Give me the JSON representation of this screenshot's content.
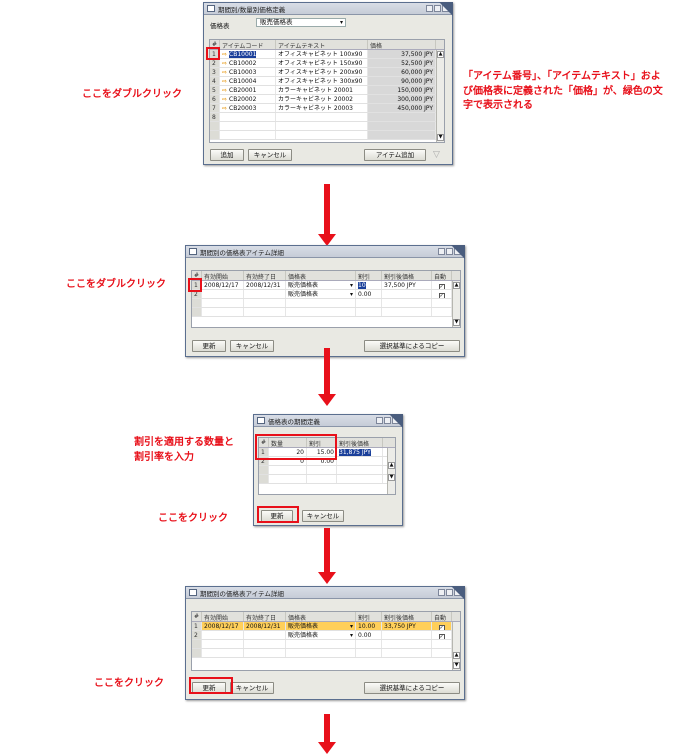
{
  "annotations": {
    "double_click_1": "ここをダブルクリック",
    "price_note": "「アイテム番号」、「アイテムテキスト」および価格表に定義された「価格」が、緑色の文字で表示される",
    "double_click_2": "ここをダブルクリック",
    "enter_qty": "割引を適用する数量と割引率を入力",
    "click_1": "ここをクリック",
    "click_2": "ここをクリック"
  },
  "win1": {
    "title": "期間別/数量別価格定義",
    "pricelist_label": "価格表",
    "pricelist_value": "販売価格表",
    "headers": [
      "#",
      "アイテムコード",
      "アイテムテキスト",
      "価格"
    ],
    "rows": [
      {
        "n": "1",
        "code": "CB10001",
        "text": "オフィスキャビネット 100x90",
        "price": "37,500 JPY"
      },
      {
        "n": "2",
        "code": "CB10002",
        "text": "オフィスキャビネット 150x90",
        "price": "52,500 JPY"
      },
      {
        "n": "3",
        "code": "CB10003",
        "text": "オフィスキャビネット 200x90",
        "price": "60,000 JPY"
      },
      {
        "n": "4",
        "code": "CB10004",
        "text": "オフィスキャビネット 300x90",
        "price": "90,000 JPY"
      },
      {
        "n": "5",
        "code": "CB20001",
        "text": "カラーキャビネット 20001",
        "price": "150,000 JPY"
      },
      {
        "n": "6",
        "code": "CB20002",
        "text": "カラーキャビネット 20002",
        "price": "300,000 JPY"
      },
      {
        "n": "7",
        "code": "CB20003",
        "text": "カラーキャビネット 20003",
        "price": "450,000 JPY"
      },
      {
        "n": "8",
        "code": "",
        "text": "",
        "price": ""
      }
    ],
    "add_btn": "追加",
    "cancel_btn": "キャンセル",
    "item_add_btn": "アイテム追加"
  },
  "win2": {
    "title": "期間別の価格表アイテム詳細",
    "headers": [
      "#",
      "有効開始",
      "有効終了日",
      "価格表",
      "割引",
      "割引後価格",
      "自動"
    ],
    "rows": [
      {
        "n": "1",
        "from": "2008/12/17",
        "to": "2008/12/31",
        "list": "販売価格表",
        "disc": "10",
        "price": "37,500 JPY"
      },
      {
        "n": "2",
        "from": "",
        "to": "",
        "list": "販売価格表",
        "disc": "0.00",
        "price": ""
      }
    ],
    "update_btn": "更新",
    "cancel_btn": "キャンセル",
    "copy_btn": "選択基準によるコピー"
  },
  "win3": {
    "title": "価格表の期間定義",
    "headers": [
      "#",
      "数量",
      "割引",
      "割引後価格"
    ],
    "rows": [
      {
        "n": "1",
        "qty": "20",
        "disc": "15.00",
        "price": "31,875 JPY"
      },
      {
        "n": "2",
        "qty": "0",
        "disc": "0.00",
        "price": ""
      }
    ],
    "update_btn": "更新",
    "cancel_btn": "キャンセル"
  },
  "win4": {
    "title": "期間別の価格表アイテム詳細",
    "headers": [
      "#",
      "有効開始",
      "有効終了日",
      "価格表",
      "割引",
      "割引後価格",
      "自動"
    ],
    "rows": [
      {
        "n": "1",
        "from": "2008/12/17",
        "to": "2008/12/31",
        "list": "販売価格表",
        "disc": "10.00",
        "price": "33,750 JPY"
      },
      {
        "n": "2",
        "from": "",
        "to": "",
        "list": "販売価格表",
        "disc": "0.00",
        "price": ""
      }
    ],
    "update_btn": "更新",
    "cancel_btn": "キャンセル",
    "copy_btn": "選択基準によるコピー"
  }
}
